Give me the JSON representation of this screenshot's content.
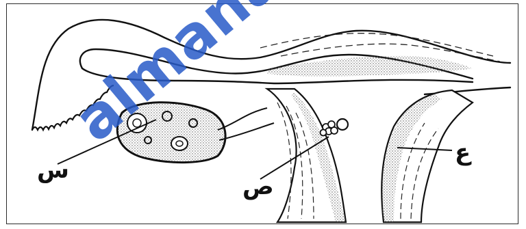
{
  "labels": {
    "ovary": "س",
    "follicle": "ص",
    "uterine_wall": "ع"
  },
  "watermark": {
    "text": "almanahj",
    "color": "#2c5fd0"
  },
  "colors": {
    "line": "#111111",
    "stipple": "#9a9a9a",
    "frame": "#2a2a2a"
  },
  "icons": [
    "ovary-shape",
    "fallopian-tube",
    "fimbriae",
    "uterus-wall"
  ]
}
